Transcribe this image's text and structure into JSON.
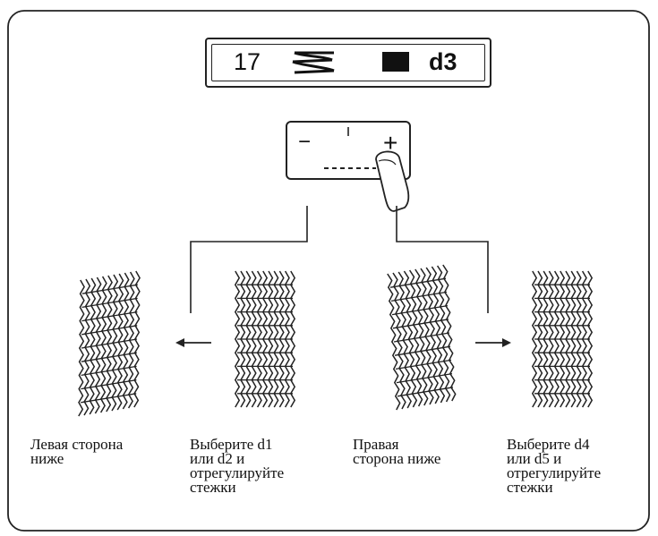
{
  "display": {
    "pattern_number": "17",
    "pattern_icon": "stitch-pattern-icon",
    "stitch_icon": "square-block-icon",
    "mode_code": "d3"
  },
  "adjust_panel": {
    "minus_label": "−",
    "plus_label": "+",
    "finger_icon": "pointing-finger-icon"
  },
  "captions": [
    {
      "lines": [
        "Левая сторона",
        "ниже"
      ]
    },
    {
      "lines": [
        "Выберите d1",
        "или d2 и",
        "отрегулируйте",
        "стежки"
      ]
    },
    {
      "lines": [
        "Правая",
        "сторона  ниже"
      ]
    },
    {
      "lines": [
        "Выберите d4",
        "или d5 и",
        "отрегулируйте",
        "стежки"
      ]
    }
  ],
  "stitch_samples": [
    {
      "name": "left-side-lower-sample",
      "skew": "left-low"
    },
    {
      "name": "even-sample-left",
      "skew": "none"
    },
    {
      "name": "right-side-lower-sample",
      "skew": "right-low"
    },
    {
      "name": "even-sample-right",
      "skew": "none"
    }
  ]
}
